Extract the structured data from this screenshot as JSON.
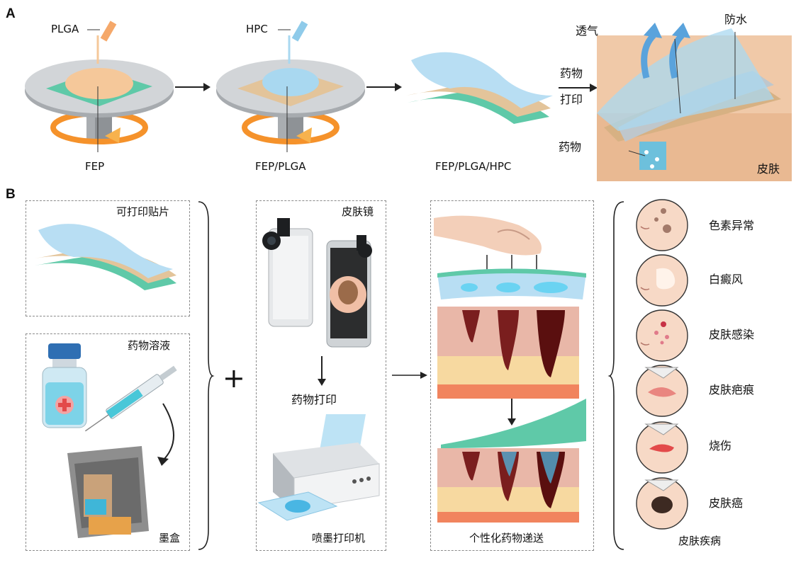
{
  "panel_a": {
    "letter": "A",
    "plga": "PLGA",
    "hpc": "HPC",
    "fep": "FEP",
    "fep_plga": "FEP/PLGA",
    "fep_plga_hpc": "FEP/PLGA/HPC",
    "drug_print_1": "药物",
    "drug_print_2": "打印",
    "breathable": "透气",
    "waterproof": "防水",
    "drug": "药物",
    "skin": "皮肤"
  },
  "panel_b": {
    "letter": "B",
    "printable_patch": "可打印贴片",
    "drug_solution": "药物溶液",
    "cartridge": "墨盒",
    "plus": "+",
    "dermatoscope": "皮肤镜",
    "drug_printing": "药物打印",
    "inkjet_printer": "喷墨打印机",
    "personalized_delivery": "个性化药物递送",
    "diseases": {
      "title": "皮肤疾病",
      "items": [
        "色素异常",
        "白癜风",
        "皮肤感染",
        "皮肤疤痕",
        "烧伤",
        "皮肤癌"
      ]
    }
  },
  "colors": {
    "fep_green": "#5fc9a8",
    "plga_orange": "#f5c89a",
    "hpc_blue": "#a9d8f0",
    "arrow_orange": "#f5922b",
    "disc_gray": "#c9cccf"
  }
}
